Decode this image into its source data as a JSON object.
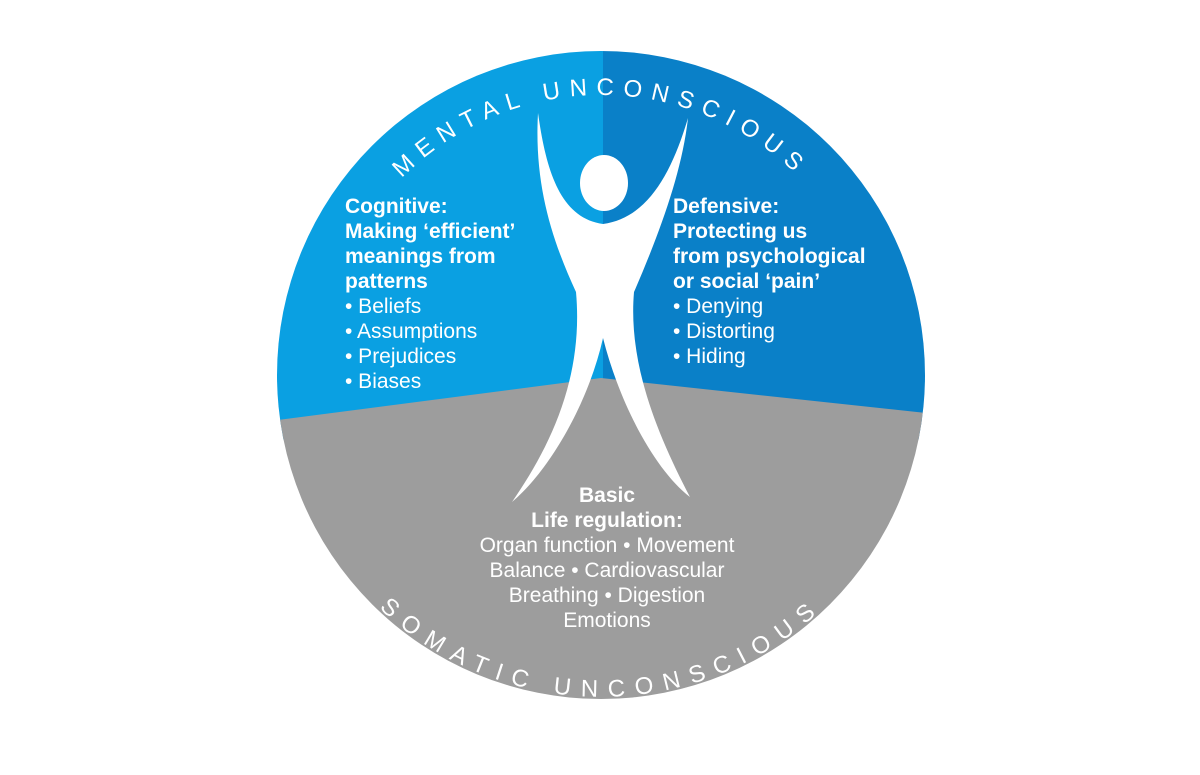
{
  "colors": {
    "cognitive": "#0aa0e2",
    "defensive": "#0a80c8",
    "somatic": "#9d9d9d",
    "figure": "#ffffff"
  },
  "arcs": {
    "top": "MENTAL UNCONSCIOUS",
    "bottom": "SOMATIC UNCONSCIOUS"
  },
  "cognitive": {
    "heading": [
      "Cognitive:",
      "Making ‘efficient’",
      "meanings from",
      "patterns"
    ],
    "items": [
      "• Beliefs",
      "• Assumptions",
      "• Prejudices",
      "• Biases"
    ]
  },
  "defensive": {
    "heading": [
      "Defensive:",
      "Protecting us",
      "from psychological",
      "or social ‘pain’"
    ],
    "items": [
      "• Denying",
      "• Distorting",
      "• Hiding"
    ]
  },
  "basic": {
    "heading": [
      "Basic",
      "Life regulation:"
    ],
    "items": [
      "Organ function • Movement",
      "Balance • Cardiovascular",
      "Breathing • Digestion",
      "Emotions"
    ]
  }
}
